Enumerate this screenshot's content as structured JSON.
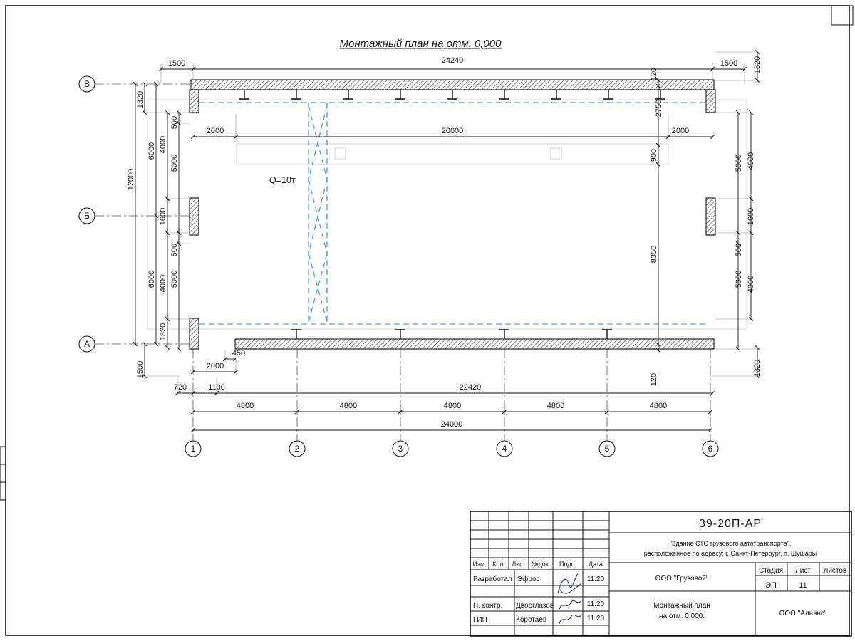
{
  "page": {
    "title": "Монтажный план на отм. 0,000",
    "crane_label": "Q=10т"
  },
  "axes": {
    "rows": [
      "В",
      "Б",
      "А"
    ],
    "cols": [
      "1",
      "2",
      "3",
      "4",
      "5",
      "6"
    ]
  },
  "dims": {
    "top_1500_left": "1500",
    "top_24240": "24240",
    "top_1500_right": "1500",
    "top_2000_left": "2000",
    "top_20000": "20000",
    "top_2000_right": "2000",
    "left_1320_top": "1320",
    "left_500_top": "500",
    "left_5000_top": "5000",
    "left_4000_top": "4000",
    "left_6000_top": "6000",
    "left_12000": "12000",
    "left_1600": "1600",
    "left_500_bottom": "500",
    "left_5000_bottom": "5000",
    "left_4000_bottom": "4000",
    "left_6000_bottom": "6000",
    "left_1320_bottom": "1320",
    "left_1500_bottom": "1500",
    "right_1320_top": "1320",
    "right_120_top": "120",
    "right_2750": "2750",
    "right_900": "900",
    "right_8350": "8350",
    "right_120_bottom": "120",
    "right_5000_top": "5000",
    "right_4000_top": "4000",
    "right_1600": "1600",
    "right_500": "500",
    "right_5000_bottom": "5000",
    "right_4000_bottom": "4000",
    "right_1320_bottom": "1320",
    "bottom_450": "450",
    "bottom_2000": "2000",
    "bottom_720": "720",
    "bottom_1100": "1100",
    "bottom_22420": "22420",
    "bottom_4800_1": "4800",
    "bottom_4800_2": "4800",
    "bottom_4800_3": "4800",
    "bottom_4800_4": "4800",
    "bottom_4800_5": "4800",
    "bottom_24000": "24000"
  },
  "titleblock": {
    "doc_code": "39-20П-АР",
    "object_line1": "\"Здание СТО грузового автотранспорта\",",
    "object_line2": "расположенное по адресу: г. Санкт-Петербург, п. Шушары",
    "header": {
      "izm": "Изм.",
      "kol": "Кол.",
      "list": "Лист",
      "ndok": "№док.",
      "podp": "Подп.",
      "data": "Дата"
    },
    "rows": [
      {
        "role": "Разработал",
        "name": "Эфрос",
        "date": "11.20"
      },
      {
        "role": "Н. контр.",
        "name": "Двоеглазов",
        "date": "11.20"
      },
      {
        "role": "ГИП",
        "name": "Коротаев",
        "date": "11.20"
      }
    ],
    "org": "ООО \"Грузовой\"",
    "stage_header": "Стадия",
    "sheet_header": "Лист",
    "sheets_header": "Листов",
    "stage": "ЭП",
    "sheet": "11",
    "drawing_line1": "Монтажный план",
    "drawing_line2": "на отм. 0.000.",
    "org2": "ООО \"Альянс\""
  }
}
